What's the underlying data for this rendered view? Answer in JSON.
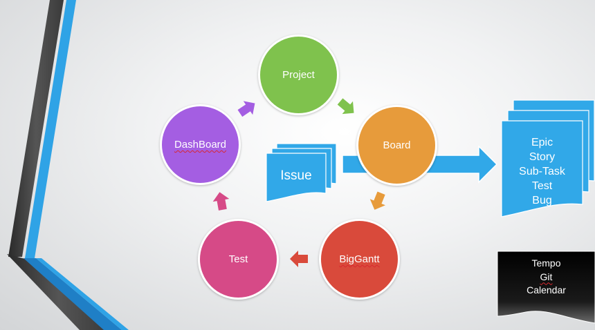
{
  "diagram": {
    "nodes": {
      "project": {
        "label": "Project",
        "color": "#7fc24d"
      },
      "board": {
        "label": "Board",
        "color": "#e79b3b"
      },
      "biggantt": {
        "label": "BigGantt",
        "color": "#d94a3b"
      },
      "test": {
        "label": "Test",
        "color": "#d64a87"
      },
      "dashboard": {
        "label": "DashBoard",
        "color": "#a45ee2"
      }
    },
    "issue_doc": {
      "label": "Issue",
      "color": "#31a8e8"
    },
    "issue_types": {
      "color": "#31a8e8",
      "items": [
        "Epic",
        "Story",
        "Sub-Task",
        "Test",
        "Bug"
      ]
    },
    "tools_box": {
      "items": [
        "Tempo",
        "Git",
        "Calendar"
      ]
    },
    "arrow_colors": {
      "dashboard_to_project": "#a45ee2",
      "project_to_board": "#7fc24d",
      "board_to_biggantt": "#e79b3b",
      "biggantt_to_test": "#d94a3b",
      "test_to_dashboard": "#d64a87",
      "issue_to_types": "#31a8e8"
    }
  }
}
